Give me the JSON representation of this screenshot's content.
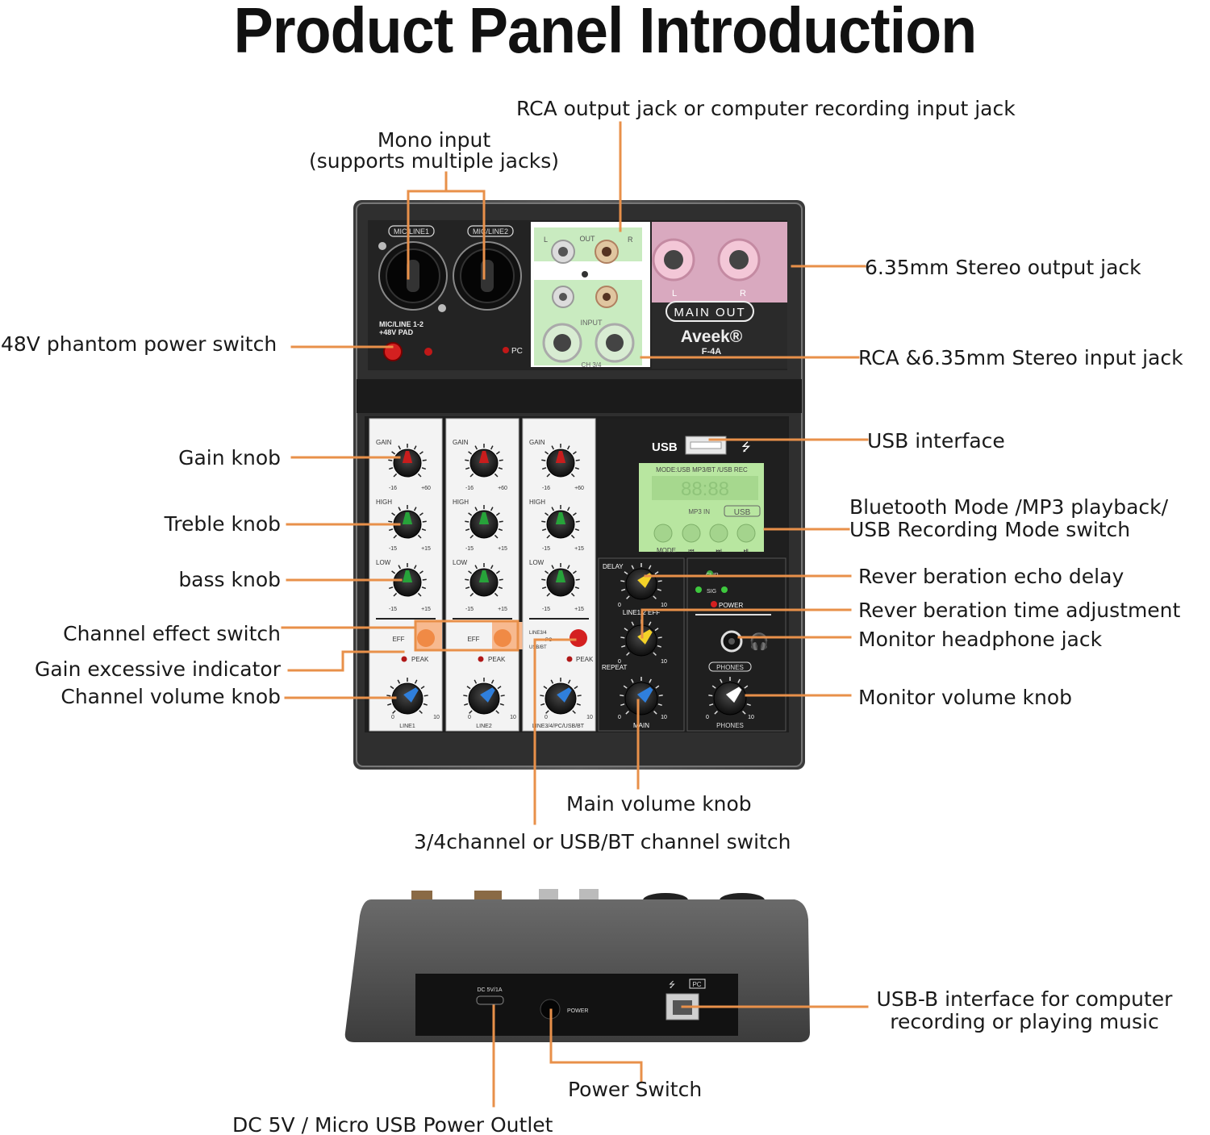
{
  "title": "Product Panel Introduction",
  "accent_line_color": "#e8904a",
  "brand": {
    "name": "Aveek®",
    "model": "F-4A"
  },
  "labels": {
    "rca_output": "RCA output jack or computer recording input jack",
    "mono_input_1": "Mono input",
    "mono_input_2": "(supports multiple jacks)",
    "stereo_output": "6.35mm Stereo output jack",
    "phantom": "48V phantom power switch",
    "stereo_input": "RCA &6.35mm Stereo input jack",
    "usb_interface": "USB interface",
    "gain": "Gain knob",
    "treble": "Treble knob",
    "bass": "bass knob",
    "bt_mode_1": "Bluetooth Mode /MP3 playback/",
    "bt_mode_2": "USB Recording Mode switch",
    "echo_delay": "Rever beration echo delay",
    "reverb_time": "Rever beration time adjustment",
    "channel_effect": "Channel effect switch",
    "headphone_jack": "Monitor headphone jack",
    "gain_indicator": "Gain excessive indicator",
    "channel_volume": "Channel volume knob",
    "monitor_volume": "Monitor volume knob",
    "main_volume": "Main volume knob",
    "channel_switch": "3/4channel or USB/BT channel switch",
    "usb_b": "USB-B interface for computer",
    "usb_b_2": "recording or playing music",
    "power_switch": "Power Switch",
    "dc_outlet": "DC 5V / Micro USB Power Outlet"
  },
  "panel": {
    "mic_line1": "MIC/LINE1",
    "mic_line2": "MIC/LINE2",
    "mic_line_pad": "MIC/LINE 1-2",
    "phantom_pad": "+48V PAD",
    "pc": "PC",
    "out": "OUT",
    "input": "INPUT",
    "ch34": "CH 3/4",
    "left": "L",
    "right": "R",
    "main_out": "MAIN OUT",
    "gain": "GAIN",
    "high": "HIGH",
    "low": "LOW",
    "eff": "EFF",
    "peak": "PEAK",
    "gain_min": "-16",
    "gain_max": "+60",
    "eq_min": "-15",
    "eq_max": "+15",
    "vol_min": "0",
    "vol_max": "10",
    "line1": "LINE1",
    "line2": "LINE2",
    "line34": "LINE3/4/PC/USB/BT",
    "line34_switch": "LINE3/4",
    "pc_switch": "PC",
    "usbbt_switch": "USB/BT",
    "usb": "USB",
    "lcd_mode": "MODE:USB MP3/BT /USB REC",
    "mp3_in": "MP3 IN",
    "mode": "MODE",
    "prev": "⏮",
    "next": "⏭",
    "play": "⏯",
    "delay": "DELAY",
    "line12_eff": "LINE1/2 EFF",
    "repeat": "REPEAT",
    "main": "MAIN",
    "clip": "CLIP",
    "sig": "SIG",
    "power": "POWER",
    "phones": "PHONES",
    "dc": "DC 5V/1A",
    "rear_power": "POWER",
    "rear_pc": "PC"
  }
}
